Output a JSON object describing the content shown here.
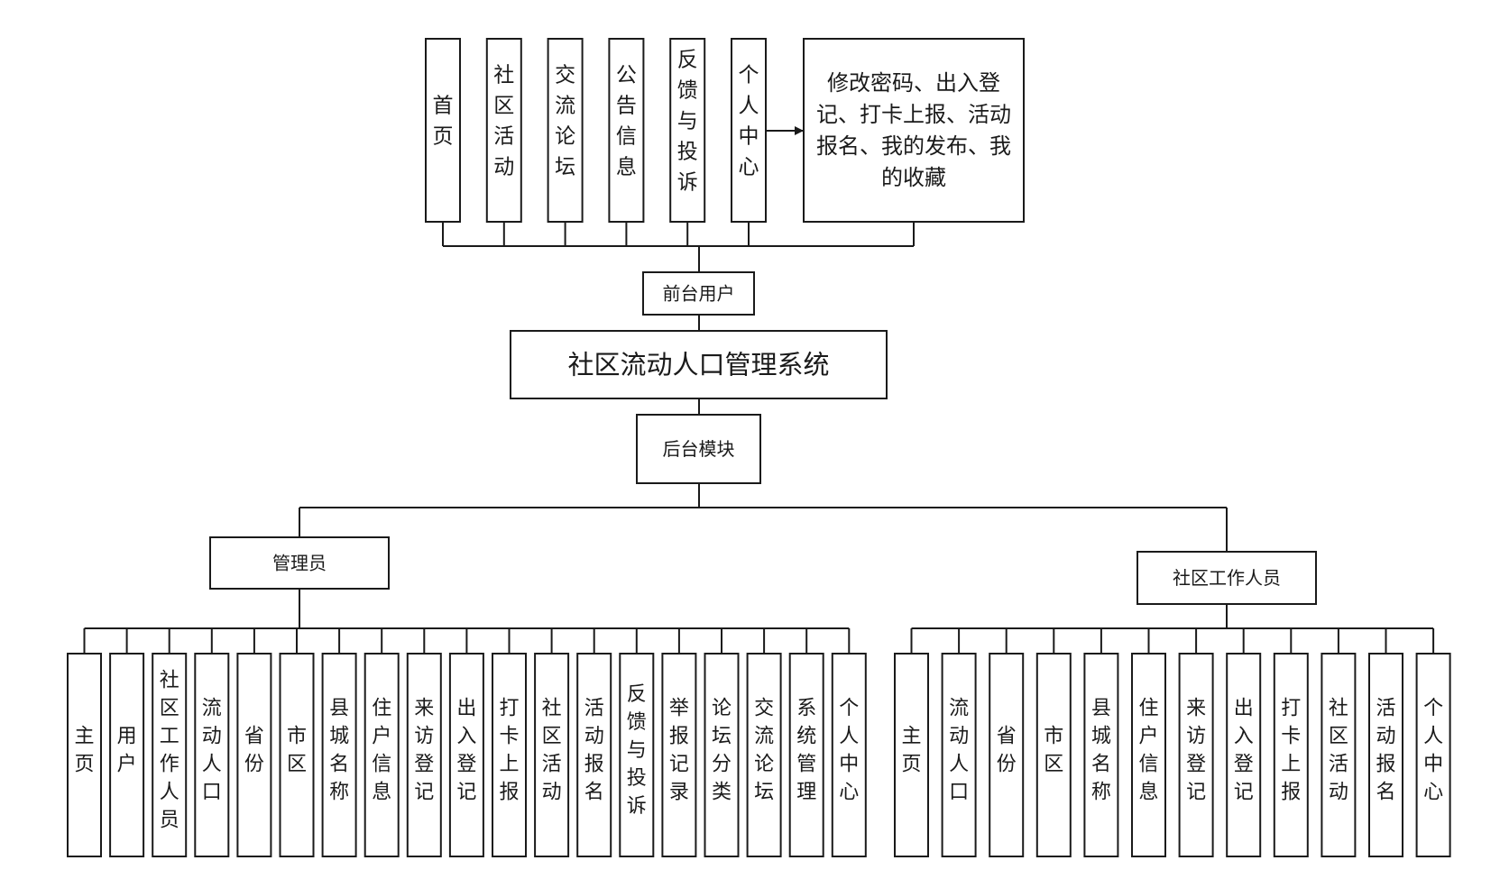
{
  "diagram": {
    "title": "社区流动人口管理系统",
    "front": {
      "label": "前台用户",
      "modules": [
        "首页",
        "社区活动",
        "交流论坛",
        "公告信息",
        "反馈与投诉",
        "个人中心"
      ],
      "detail_from": "个人中心",
      "detail_lines": [
        "修改密码、出入登",
        "记、打卡上报、活动",
        "报名、我的发布、我",
        "的收藏"
      ]
    },
    "backend": {
      "label": "后台模块",
      "roles": [
        {
          "label": "管理员",
          "modules": [
            "主页",
            "用户",
            "社区工作人员",
            "流动人口",
            "省份",
            "市区",
            "县城名称",
            "住户信息",
            "来访登记",
            "出入登记",
            "打卡上报",
            "社区活动",
            "活动报名",
            "反馈与投诉",
            "举报记录",
            "论坛分类",
            "交流论坛",
            "系统管理",
            "个人中心"
          ]
        },
        {
          "label": "社区工作人员",
          "modules": [
            "主页",
            "流动人口",
            "省份",
            "市区",
            "县城名称",
            "住户信息",
            "来访登记",
            "出入登记",
            "打卡上报",
            "社区活动",
            "活动报名",
            "个人中心"
          ]
        }
      ]
    }
  }
}
